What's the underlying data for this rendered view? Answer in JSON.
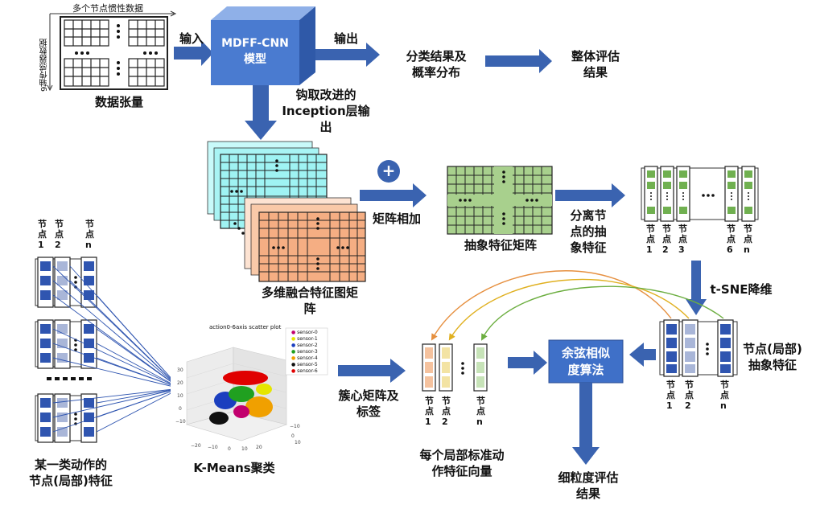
{
  "top": {
    "tensor_top_label": "多个节点惯性数据",
    "tensor_side_label": "9轴传感器数据",
    "tensor_caption": "数据张量",
    "input_label": "输入",
    "model_line1": "MDFF-CNN",
    "model_line2": "模型",
    "output_label": "输出",
    "result_label": "分类结果及\n概率分布",
    "eval_label": "整体评估\n结果",
    "hook_label": "钩取改进的\nInception层输\n出"
  },
  "middle": {
    "fusion_caption": "多维融合特征图矩\n阵",
    "plus_symbol": "+",
    "matrix_add_label": "矩阵相加",
    "abstract_caption": "抽象特征矩阵",
    "separate_label": "分离节\n点的抽\n象特征",
    "node_labels_top": [
      "节\n点\n1",
      "节\n点\n2",
      "节\n点\n3",
      "节\n点\n6",
      "节\n点\nn"
    ],
    "tsne_label": "t-SNE降维"
  },
  "left": {
    "node_headers": [
      "节\n点\n1",
      "节\n点\n2",
      "节\n点\nn"
    ],
    "caption": "某一类动作的\n节点(局部)特征",
    "kmeans_label": "K-Means聚类",
    "scatter_title": "action0-6axis scatter plot",
    "legend": [
      "sensor-0",
      "sensor-1",
      "sensor-2",
      "sensor-3",
      "sensor-4",
      "sensor-5",
      "sensor-6"
    ],
    "legend_colors": [
      "#c2006e",
      "#e5e500",
      "#1b3fbf",
      "#20a020",
      "#f0a000",
      "#111111",
      "#e00000"
    ]
  },
  "bottom": {
    "cluster_label": "簇心矩阵及\n标签",
    "std_nodes": [
      "节\n点\n1",
      "节\n点\n2",
      "节\n点\nn"
    ],
    "std_caption": "每个局部标准动\n作特征向量",
    "cosine_label": "余弦相似\n度算法",
    "fine_eval_label": "细粒度评估\n结果",
    "local_nodes": [
      "节\n点\n1",
      "节\n点\n2",
      "节\n点\nn"
    ],
    "local_caption": "节点(局部)\n抽象特征"
  },
  "colors": {
    "arrow": "#3a63b0",
    "model_blue": "#4a7bd0",
    "cyan": "#9ff3f3",
    "salmon": "#f5ae83",
    "green": "#a8d08d",
    "bar_blue": "#2f55b0",
    "bar_light": "#a9b6d8"
  }
}
